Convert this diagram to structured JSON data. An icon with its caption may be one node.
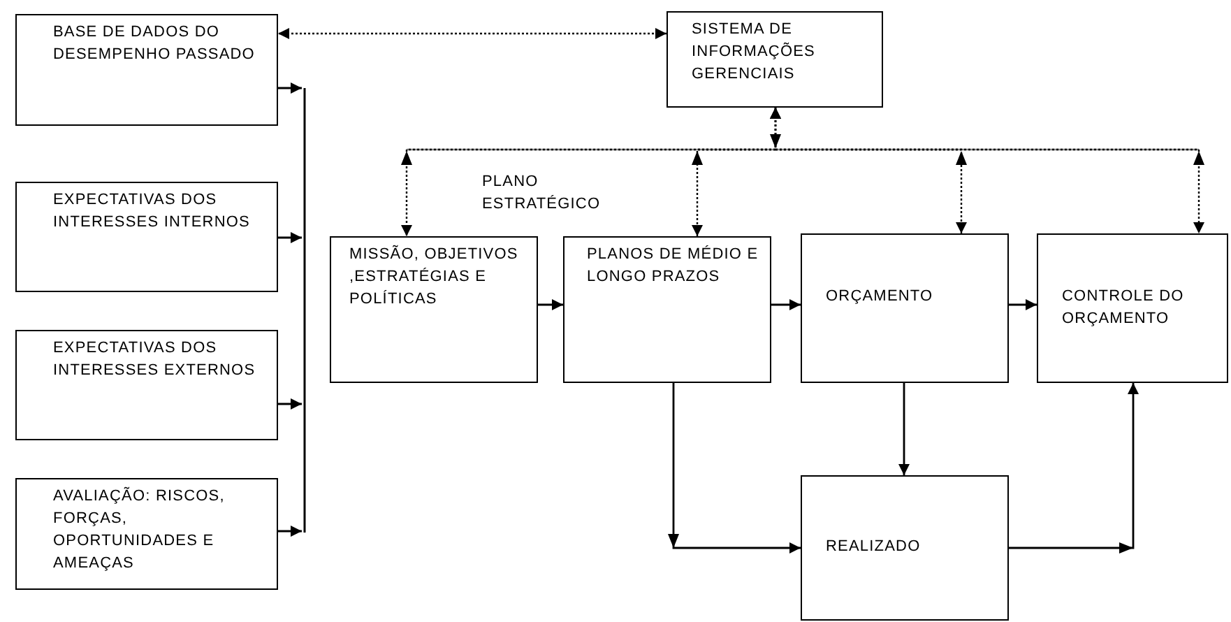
{
  "diagram": {
    "nodes": [
      {
        "text": [
          "BASE DE DADOS DO DESEMPENHO PASSADO"
        ]
      },
      {
        "text": [
          "EXPECTATIVAS DOS INTERESSES INTERNOS"
        ]
      },
      {
        "text": [
          "EXPECTATIVAS DOS INTERESSES EXTERNOS"
        ]
      },
      {
        "text": [
          "AVALIAÇÃO: RISCOS, FORÇAS, OPORTUNIDADES E AMEAÇAS"
        ]
      },
      {
        "text": [
          "SISTEMA DE INFORMAÇÕES GERENCIAIS"
        ]
      },
      {
        "text": [
          "MISSÃO, OBJETIVOS ,ESTRATÉGIAS E POLÍTICAS"
        ]
      },
      {
        "text": [
          "PLANOS DE MÉDIO E LONGO PRAZOS"
        ]
      },
      {
        "text": [
          "ORÇAMENTO"
        ]
      },
      {
        "text": [
          "CONTROLE DO ORÇAMENTO"
        ]
      },
      {
        "text": [
          "REALIZADO"
        ]
      }
    ],
    "edges": [
      {
        "from": 4,
        "to": 0,
        "arrow": "both",
        "style": "dashed"
      },
      {
        "from": 0,
        "to": null,
        "arrow": "to"
      },
      {
        "from": 1,
        "to": null,
        "arrow": "to"
      },
      {
        "from": 2,
        "to": null,
        "arrow": "to"
      },
      {
        "from": 3,
        "to": null,
        "arrow": "to"
      },
      {
        "from": 4,
        "to": 5,
        "arrow": "both",
        "style": "dashed"
      },
      {
        "from": 4,
        "to": 6,
        "arrow": "both",
        "style": "dashed"
      },
      {
        "from": 4,
        "to": 7,
        "arrow": "both",
        "style": "dashed"
      },
      {
        "from": 4,
        "to": 8,
        "arrow": "both",
        "style": "dashed"
      },
      {
        "from": 5,
        "to": 6,
        "arrow": "to"
      },
      {
        "from": 6,
        "to": 7,
        "arrow": "to"
      },
      {
        "from": 7,
        "to": 8,
        "arrow": "to"
      },
      {
        "from": 6,
        "to": 9,
        "arrow": "to"
      },
      {
        "from": 7,
        "to": 9,
        "arrow": "to"
      },
      {
        "from": 9,
        "to": 8,
        "arrow": "to"
      }
    ],
    "labels": [
      "PLANO ESTRATÉGICO"
    ]
  }
}
